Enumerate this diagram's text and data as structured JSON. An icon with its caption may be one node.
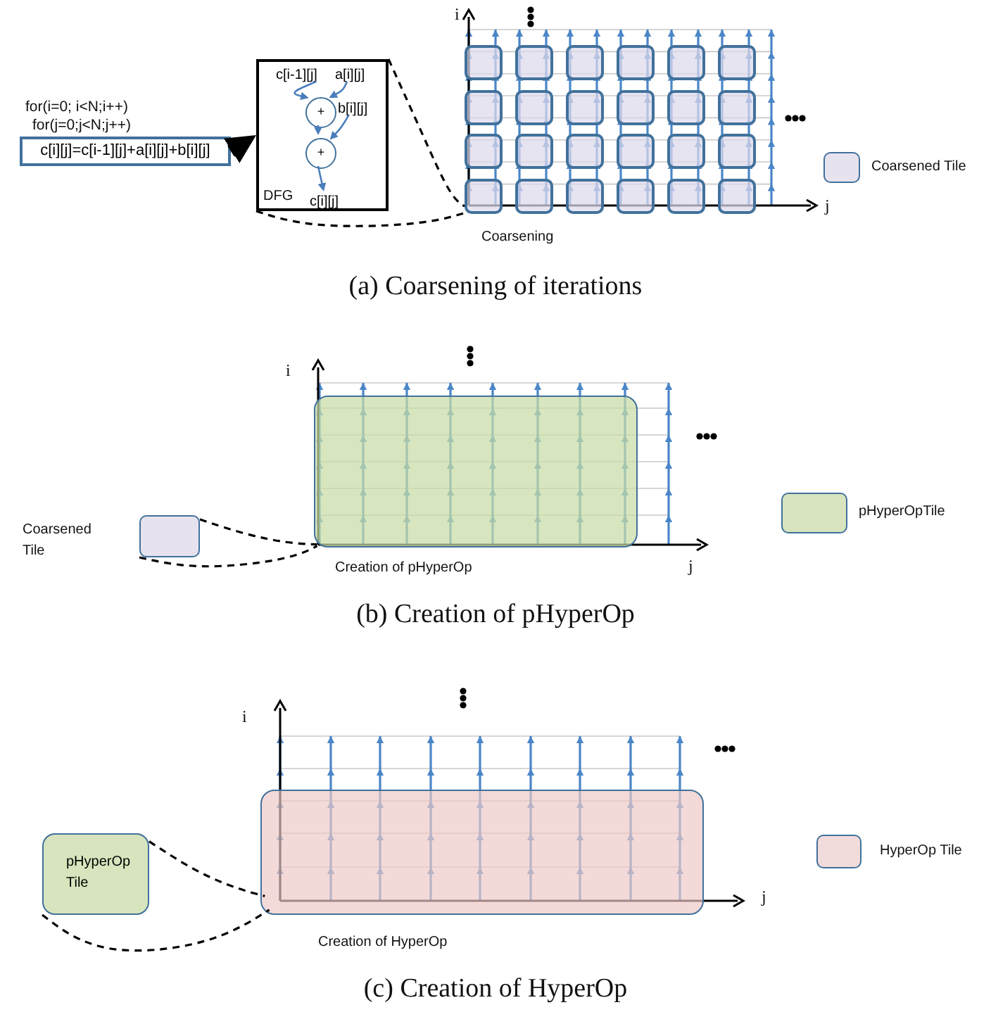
{
  "diagram": {
    "nodes": [
      {
        "text": [
          "c[i][j]=c[i-1][j]+a[i][j]+b[i][j]"
        ],
        "beside": [
          "for(i=0; i<N;i++)",
          "for(j=0;j<N;j++)"
        ]
      },
      {
        "text": [
          "DFG"
        ]
      },
      {
        "text": [
          "c[i-1][j]"
        ],
        "in": 1
      },
      {
        "text": [
          "a[i][j]"
        ],
        "in": 1
      },
      {
        "text": [
          "+"
        ],
        "in": 1
      },
      {
        "text": [
          "b[i][j]"
        ],
        "in": 1
      },
      {
        "text": [
          "+"
        ],
        "in": 1
      },
      {
        "text": [
          "c[i][j]"
        ],
        "in": 1
      },
      {
        "text": [],
        "shape": "box"
      },
      {
        "text": [],
        "shape": "box"
      },
      {
        "text": [],
        "shape": "box"
      },
      {
        "text": [],
        "shape": "box"
      },
      {
        "text": [],
        "shape": "box"
      },
      {
        "text": [],
        "shape": "box"
      },
      {
        "text": [],
        "shape": "box"
      },
      {
        "text": [],
        "shape": "box"
      },
      {
        "text": [],
        "shape": "box"
      },
      {
        "text": [],
        "shape": "box"
      },
      {
        "text": [],
        "shape": "box"
      },
      {
        "text": [],
        "shape": "box"
      },
      {
        "text": [],
        "shape": "box"
      },
      {
        "text": [],
        "shape": "box"
      },
      {
        "text": [],
        "shape": "box"
      },
      {
        "text": [],
        "shape": "box"
      },
      {
        "text": [],
        "shape": "box"
      },
      {
        "text": [],
        "shape": "box"
      },
      {
        "text": [],
        "shape": "box"
      },
      {
        "text": [],
        "shape": "box"
      },
      {
        "text": [],
        "shape": "box"
      },
      {
        "text": [],
        "shape": "box"
      },
      {
        "text": [],
        "shape": "box"
      },
      {
        "text": [],
        "shape": "box"
      },
      {
        "text": [
          "Coarsened Tile"
        ]
      },
      {
        "text": [],
        "shape": "box"
      },
      {
        "text": [
          "pHyperOp Tile"
        ]
      },
      {
        "text": [],
        "shape": "box"
      }
    ],
    "edges": [
      {
        "from": 0,
        "to": 1,
        "arrow": "to",
        "style": "thick"
      },
      {
        "from": 2,
        "to": 4,
        "arrow": "to",
        "color": "#4a7ebb"
      },
      {
        "from": 3,
        "to": 4,
        "arrow": "to",
        "color": "#4a7ebb"
      },
      {
        "from": 4,
        "to": 6,
        "arrow": "to",
        "color": "#4a7ebb"
      },
      {
        "from": 5,
        "to": 6,
        "arrow": "to",
        "color": "#4a7ebb"
      },
      {
        "from": 6,
        "to": 7,
        "arrow": "to",
        "color": "#4a7ebb"
      },
      {
        "from": 1,
        "to": 26,
        "arrow": "none",
        "style": "dashed"
      },
      {
        "from": 1,
        "to": 26,
        "arrow": "none",
        "style": "dashed"
      },
      {
        "from": 32,
        "to": 33,
        "arrow": "none",
        "style": "dashed"
      },
      {
        "from": 32,
        "to": 33,
        "arrow": "none",
        "style": "dashed"
      },
      {
        "from": 34,
        "to": 35,
        "arrow": "none",
        "style": "dashed"
      },
      {
        "from": 34,
        "to": 35,
        "arrow": "none",
        "style": "dashed"
      }
    ],
    "labels": [
      "i",
      "j",
      "Coarsening",
      "(a) Coarsening of iterations",
      "i",
      "j",
      "Creation of pHyperOp",
      "(b) Creation of pHyperOp",
      "i",
      "j",
      "Creation of HyperOp",
      "(c) Creation of HyperOp"
    ],
    "legend": [
      {
        "text": "Coarsened Tile",
        "color": "#e6e3ef"
      },
      {
        "text": "pHyperOpTile",
        "color": "#d7e4bd"
      },
      {
        "text": "HyperOp Tile",
        "color": "#f2dcdb"
      }
    ]
  }
}
